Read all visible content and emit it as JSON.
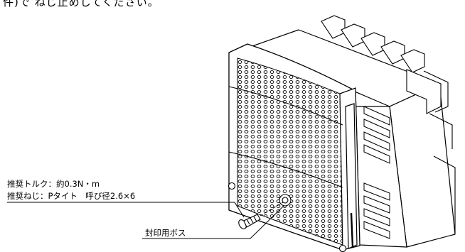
{
  "top_text": "件)で ねじ止めしてください。",
  "labels": {
    "torque": "推奨トルク：約0.3N・m",
    "screw": "推奨ねじ：Pタイト　呼び径2.6×6",
    "boss": "封印用ボス"
  }
}
